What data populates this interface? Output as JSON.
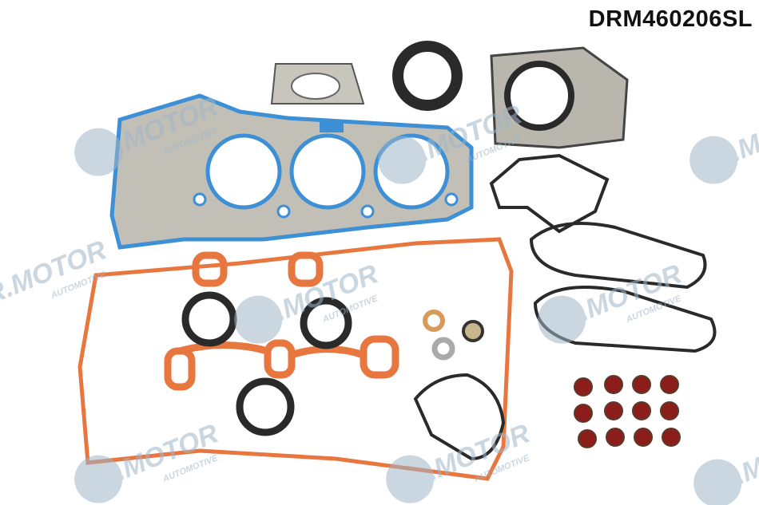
{
  "product": {
    "part_number": "DRM460206SL"
  },
  "watermark": {
    "brand": "DR.MOTOR",
    "subtitle": "AUTOMOTIVE"
  },
  "colors": {
    "head_gasket_steel": "#b9b6ad",
    "head_gasket_bead": "#3d8fd6",
    "orange_seal": "#e8763f",
    "black_rubber": "#2a2a2a",
    "watermark": "#9fb6c9"
  }
}
